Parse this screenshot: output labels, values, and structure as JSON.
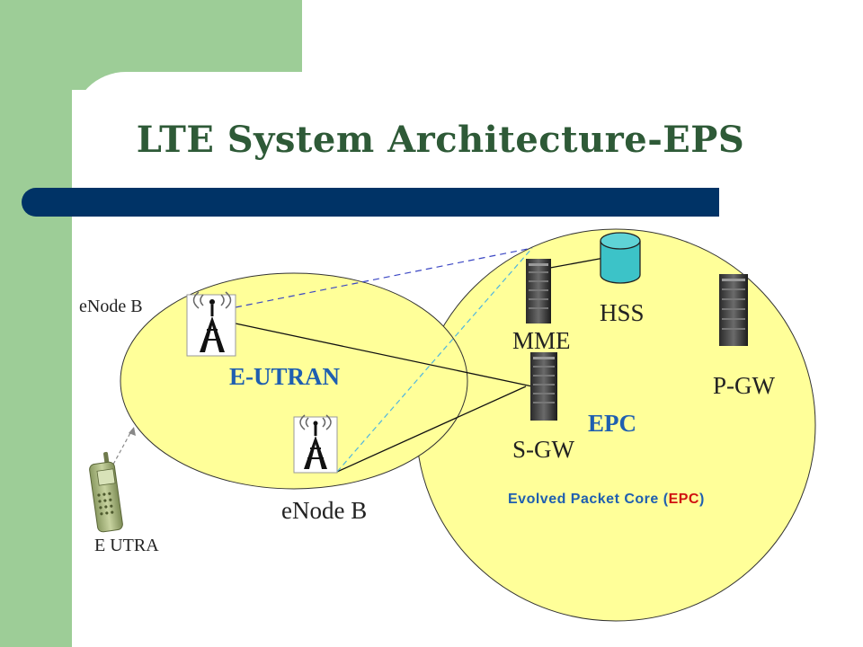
{
  "title": "LTE System Architecture-EPS",
  "regions": {
    "eutran": "E-UTRAN",
    "epc": "EPC",
    "epc_caption_prefix": "Evolved Packet Core (",
    "epc_caption_accent": "EPC",
    "epc_caption_suffix": ")"
  },
  "nodes": {
    "enodeb_top": "eNode B",
    "enodeb_bottom": "eNode B",
    "ue": "E UTRA",
    "mme": "MME",
    "hss": "HSS",
    "sgw": "S-GW",
    "pgw": "P-GW"
  },
  "colors": {
    "background_green": "#9dcd97",
    "title_green": "#2e5a37",
    "title_bar": "#003366",
    "region_fill": "#ffff99",
    "label_blue": "#1f5fb0",
    "accent_red": "#d01010",
    "hss_cylinder": "#3cc3c8"
  },
  "icons": [
    "antenna-tower-icon",
    "server-rack-icon",
    "database-cylinder-icon",
    "mobile-phone-icon"
  ]
}
